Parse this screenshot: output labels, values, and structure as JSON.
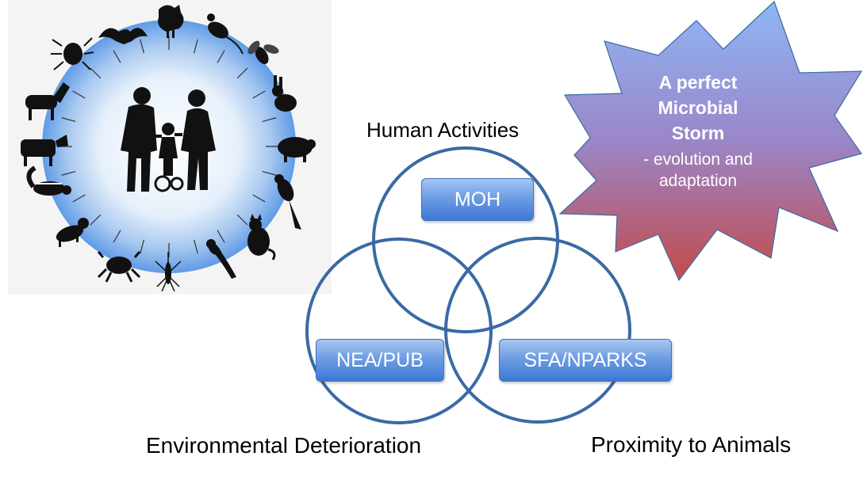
{
  "diagram": {
    "circles": {
      "top_label": "Human Activities",
      "left_label": "Environmental Deterioration",
      "right_label": "Proximity to Animals",
      "circle_color": "#3a6aa5"
    },
    "agencies": {
      "top": "MOH",
      "left": "NEA/PUB",
      "right": "SFA/NPARKS"
    },
    "callout": {
      "title": "A perfect Microbial Storm",
      "subtitle": "- evolution and adaptation",
      "gradient_top": "#8fb6f5",
      "gradient_bottom": "#c44a4a"
    },
    "illustration": {
      "center": "family-silhouette-icon",
      "ring_icons": [
        "rooster-icon",
        "rat-icon",
        "fly-icon",
        "rabbit-icon",
        "pig-icon",
        "parrot-icon",
        "cat-icon",
        "lizard-icon",
        "mosquito-icon",
        "crab-icon",
        "dog-icon",
        "skunk-icon",
        "cow-icon",
        "horse-icon",
        "tick-icon",
        "bat-icon"
      ]
    }
  }
}
